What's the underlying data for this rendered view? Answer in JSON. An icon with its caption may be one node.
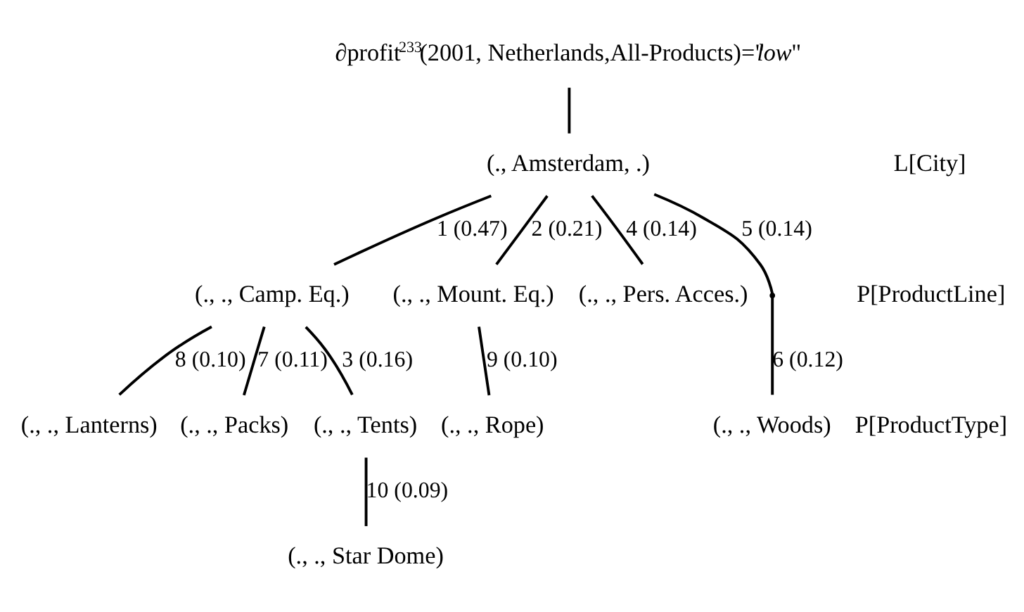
{
  "diagram": {
    "nodes": [
      {
        "text": [
          "∂profit$^{233}$(2001, Netherlands,All-Products)=\"*low*\""
        ]
      },
      {
        "text": [
          "(., Amsterdam, .)"
        ]
      },
      {
        "text": [
          "(., ., Camp. Eq.)"
        ]
      },
      {
        "text": [
          "(., ., Mount. Eq.)"
        ]
      },
      {
        "text": [
          "(., ., Pers. Acces.)"
        ]
      },
      {
        "text": [],
        "shape": "point"
      },
      {
        "text": [
          "(., ., Lanterns)"
        ]
      },
      {
        "text": [
          "(., ., Packs)"
        ]
      },
      {
        "text": [
          "(., ., Tents)"
        ]
      },
      {
        "text": [
          "(., ., Rope)"
        ]
      },
      {
        "text": [
          "(., ., Woods)"
        ]
      },
      {
        "text": [
          "(., ., Star Dome)"
        ]
      }
    ],
    "edges": [
      {
        "from": 0,
        "to": 1,
        "arrow": "none"
      },
      {
        "from": 1,
        "to": 2,
        "arrow": "none",
        "label": "1 (0.47)"
      },
      {
        "from": 1,
        "to": 3,
        "arrow": "none",
        "label": "2 (0.21)"
      },
      {
        "from": 1,
        "to": 4,
        "arrow": "none",
        "label": "4 (0.14)"
      },
      {
        "from": 1,
        "to": 5,
        "arrow": "none",
        "label": "5 (0.14)"
      },
      {
        "from": 2,
        "to": 6,
        "arrow": "none",
        "label": "8 (0.10)"
      },
      {
        "from": 2,
        "to": 7,
        "arrow": "none",
        "label": "7 (0.11)"
      },
      {
        "from": 2,
        "to": 8,
        "arrow": "none",
        "label": "3 (0.16)"
      },
      {
        "from": 3,
        "to": 9,
        "arrow": "none",
        "label": "9 (0.10)"
      },
      {
        "from": 5,
        "to": 10,
        "arrow": "none",
        "label": "6 (0.12)"
      },
      {
        "from": 8,
        "to": 11,
        "arrow": "none",
        "label": "10 (0.09)"
      }
    ],
    "labels": [
      "L[City]",
      "P[ProductLine]",
      "P[ProductType]"
    ]
  }
}
